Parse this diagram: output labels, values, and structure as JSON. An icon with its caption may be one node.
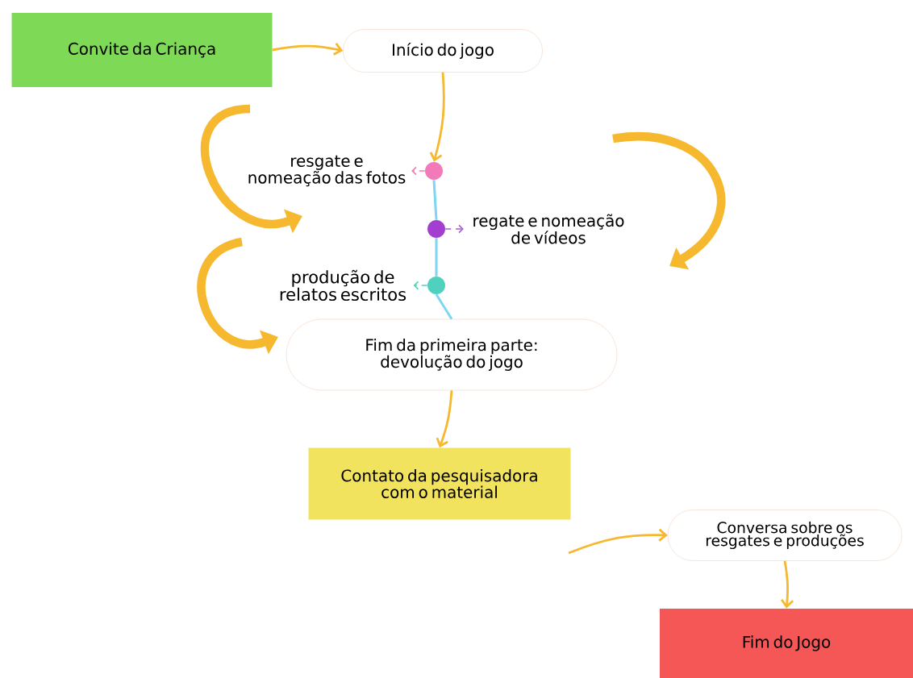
{
  "diagram": {
    "nodes": [
      {
        "text": [
          "Convite da Criança"
        ]
      },
      {
        "text": [
          "Início do jogo"
        ]
      },
      {
        "text": [],
        "shape": "circle"
      },
      {
        "text": [],
        "shape": "circle"
      },
      {
        "text": [],
        "shape": "circle"
      },
      {
        "text": [
          "resgate e nomeação das fotos"
        ]
      },
      {
        "text": [
          "regate e nomeação de vídeos"
        ]
      },
      {
        "text": [
          "produção de relatos escritos"
        ]
      },
      {
        "text": [
          "Fim da primeira parte: devolução do jogo"
        ]
      },
      {
        "text": [
          "Contato da pesquisadora com o material"
        ]
      },
      {
        "text": [
          "Conversa sobre os resgates e produções"
        ]
      },
      {
        "text": [
          "Fim do Jogo"
        ]
      }
    ],
    "edges": [
      {
        "from": 0,
        "to": 1,
        "arrow": "to"
      },
      {
        "from": 1,
        "to": 2,
        "arrow": "to"
      },
      {
        "from": 2,
        "to": 3,
        "arrow": "none",
        "color": "#7fd6f2"
      },
      {
        "from": 3,
        "to": 4,
        "arrow": "none",
        "color": "#7fd6f2"
      },
      {
        "from": 4,
        "to": 8,
        "arrow": "none",
        "color": "#7fd6f2"
      },
      {
        "from": 2,
        "to": 5,
        "arrow": "to",
        "style": "dashed",
        "color": "#f27ab8"
      },
      {
        "from": 3,
        "to": 6,
        "arrow": "to",
        "style": "dashed",
        "color": "#a95ad6"
      },
      {
        "from": 4,
        "to": 7,
        "arrow": "to",
        "style": "dashed",
        "color": "#4fd1bd"
      },
      {
        "from": 8,
        "to": 9,
        "arrow": "to"
      },
      {
        "from": null,
        "to": 10,
        "arrow": "to"
      },
      {
        "from": 10,
        "to": 11,
        "arrow": "to"
      }
    ]
  }
}
